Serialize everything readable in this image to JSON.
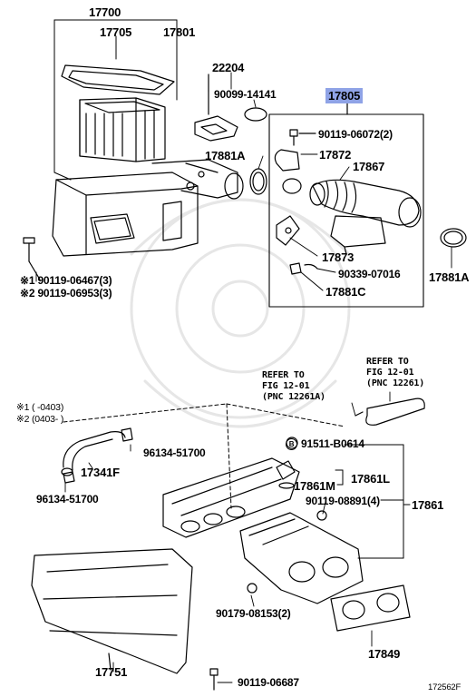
{
  "parts": {
    "p17700": "17700",
    "p17705": "17705",
    "p17801": "17801",
    "p22204": "22204",
    "p90099_14141": "90099-14141",
    "p17805": "17805",
    "p90119_06072": "90119-06072(2)",
    "p17872": "17872",
    "p17867": "17867",
    "p17881A_left": "17881A",
    "p17881A_right": "17881A",
    "p17873": "17873",
    "p90339_07016": "90339-07016",
    "p17881C": "17881C",
    "p90119_06467": "※1 90119-06467(3)",
    "p90119_06953": "※2 90119-06953(3)",
    "ref_a_1": "REFER TO",
    "ref_a_2": "FIG 12-01",
    "ref_a_3": "(PNC 12261A)",
    "ref_b_1": "REFER TO",
    "ref_b_2": "FIG 12-01",
    "ref_b_3": "(PNC 12261)",
    "legend_1": "※1 (    -0403)",
    "legend_2": "※2 (0403-    )",
    "p96134_51700_a": "96134-51700",
    "p17341F": "17341F",
    "p96134_51700_b": "96134-51700",
    "p91511_B0614": "91511-B0614",
    "b_marker": "B",
    "p17861L": "17861L",
    "p17861M": "17861M",
    "p90119_08891": "90119-08891(4)",
    "p17861": "17861",
    "p90179_08153": "90179-08153(2)",
    "p17849": "17849",
    "p17751": "17751",
    "p90119_06687": "90119-06687",
    "diagram_id": "172562F"
  },
  "colors": {
    "highlight": "#8fa3e6",
    "ink": "#000000",
    "watermark": "#e9e9e9"
  }
}
